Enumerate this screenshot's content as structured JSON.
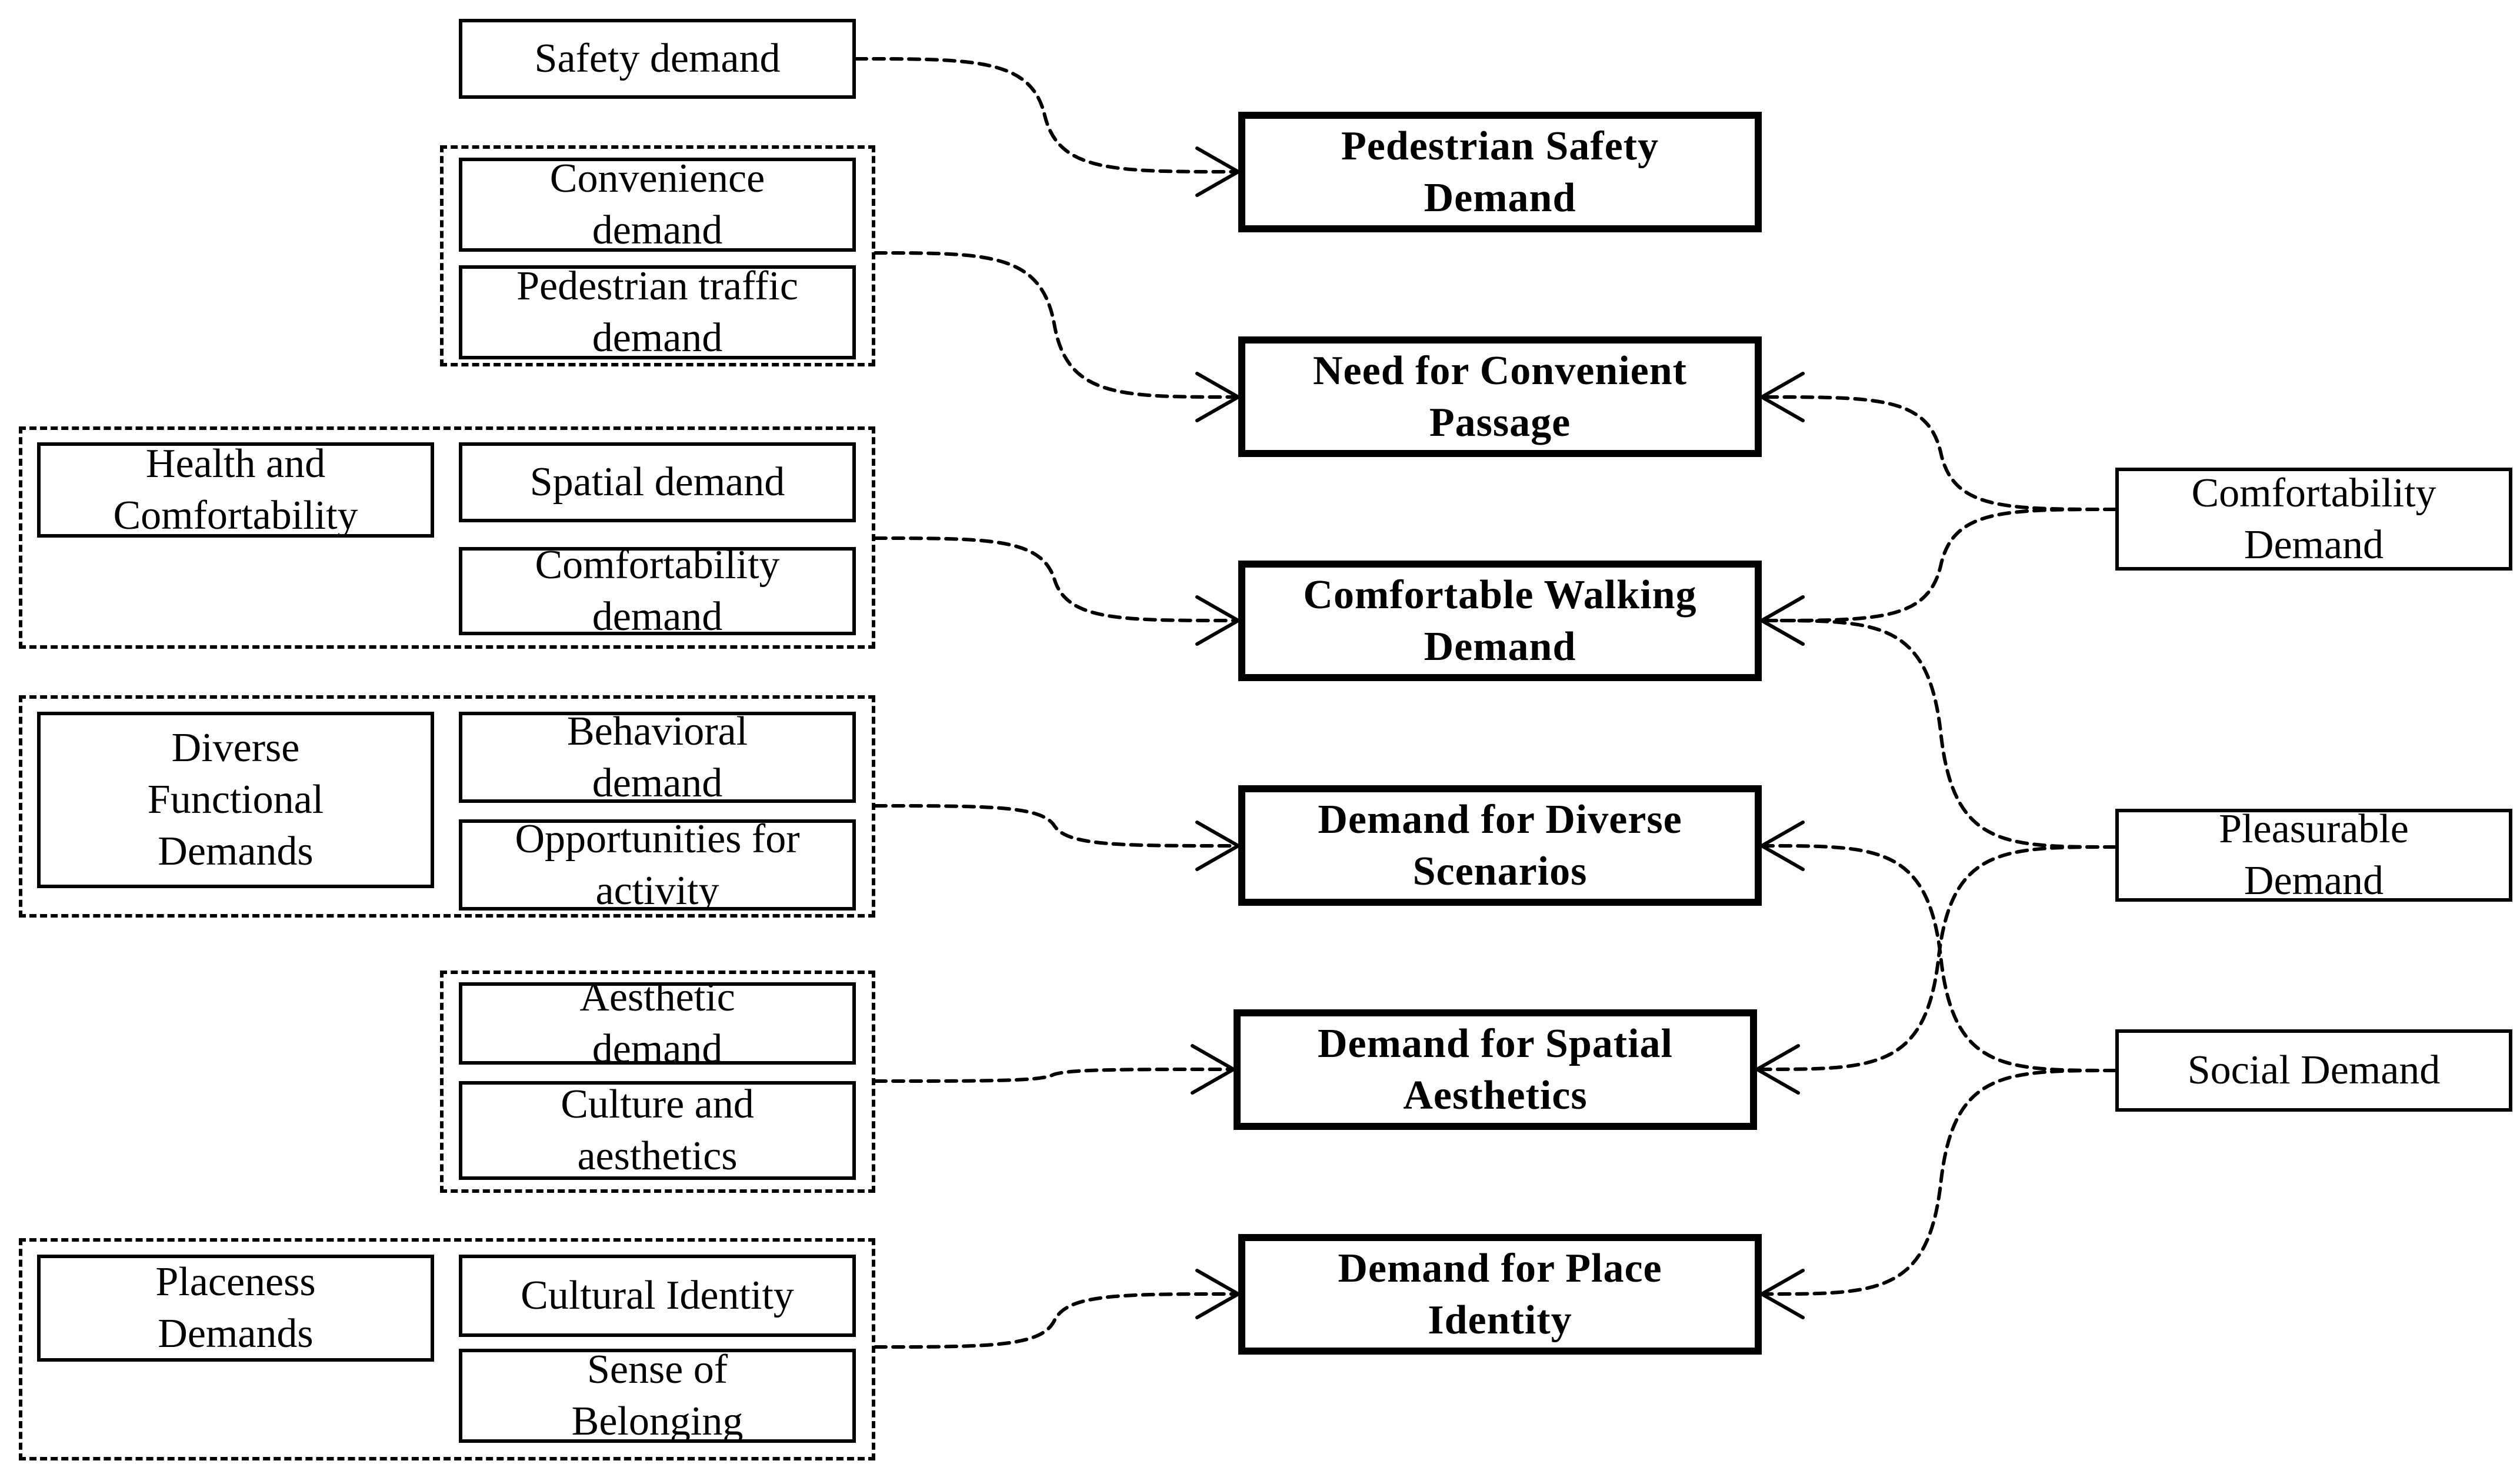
{
  "colors": {
    "ink": "#000000",
    "background": "#ffffff"
  },
  "sources": {
    "safety": "Safety demand",
    "convenience": "Convenience\ndemand",
    "pedestrian_traffic": "Pedestrian traffic\ndemand",
    "health": "Health and\nComfortability",
    "spatial": "Spatial demand",
    "comfortability": "Comfortability\ndemand",
    "diverse_functional": "Diverse\nFunctional\nDemands",
    "behavioral": "Behavioral\ndemand",
    "opportunities": "Opportunities for\nactivity",
    "aesthetic": "Aesthetic\ndemand",
    "culture": "Culture and\naesthetics",
    "placeness": "Placeness\nDemands",
    "cultural_identity": "Cultural Identity",
    "belonging": "Sense of\nBelonging"
  },
  "targets": {
    "safety": "Pedestrian Safety\nDemand",
    "convenient": "Need for Convenient\nPassage",
    "comfortable": "Comfortable Walking\nDemand",
    "diverse": "Demand for Diverse\nScenarios",
    "aesthetics": "Demand for Spatial\nAesthetics",
    "identity": "Demand for Place\nIdentity"
  },
  "right": {
    "comfortability": "Comfortability\nDemand",
    "pleasurable": "Pleasurable\nDemand",
    "social": "Social Demand"
  }
}
